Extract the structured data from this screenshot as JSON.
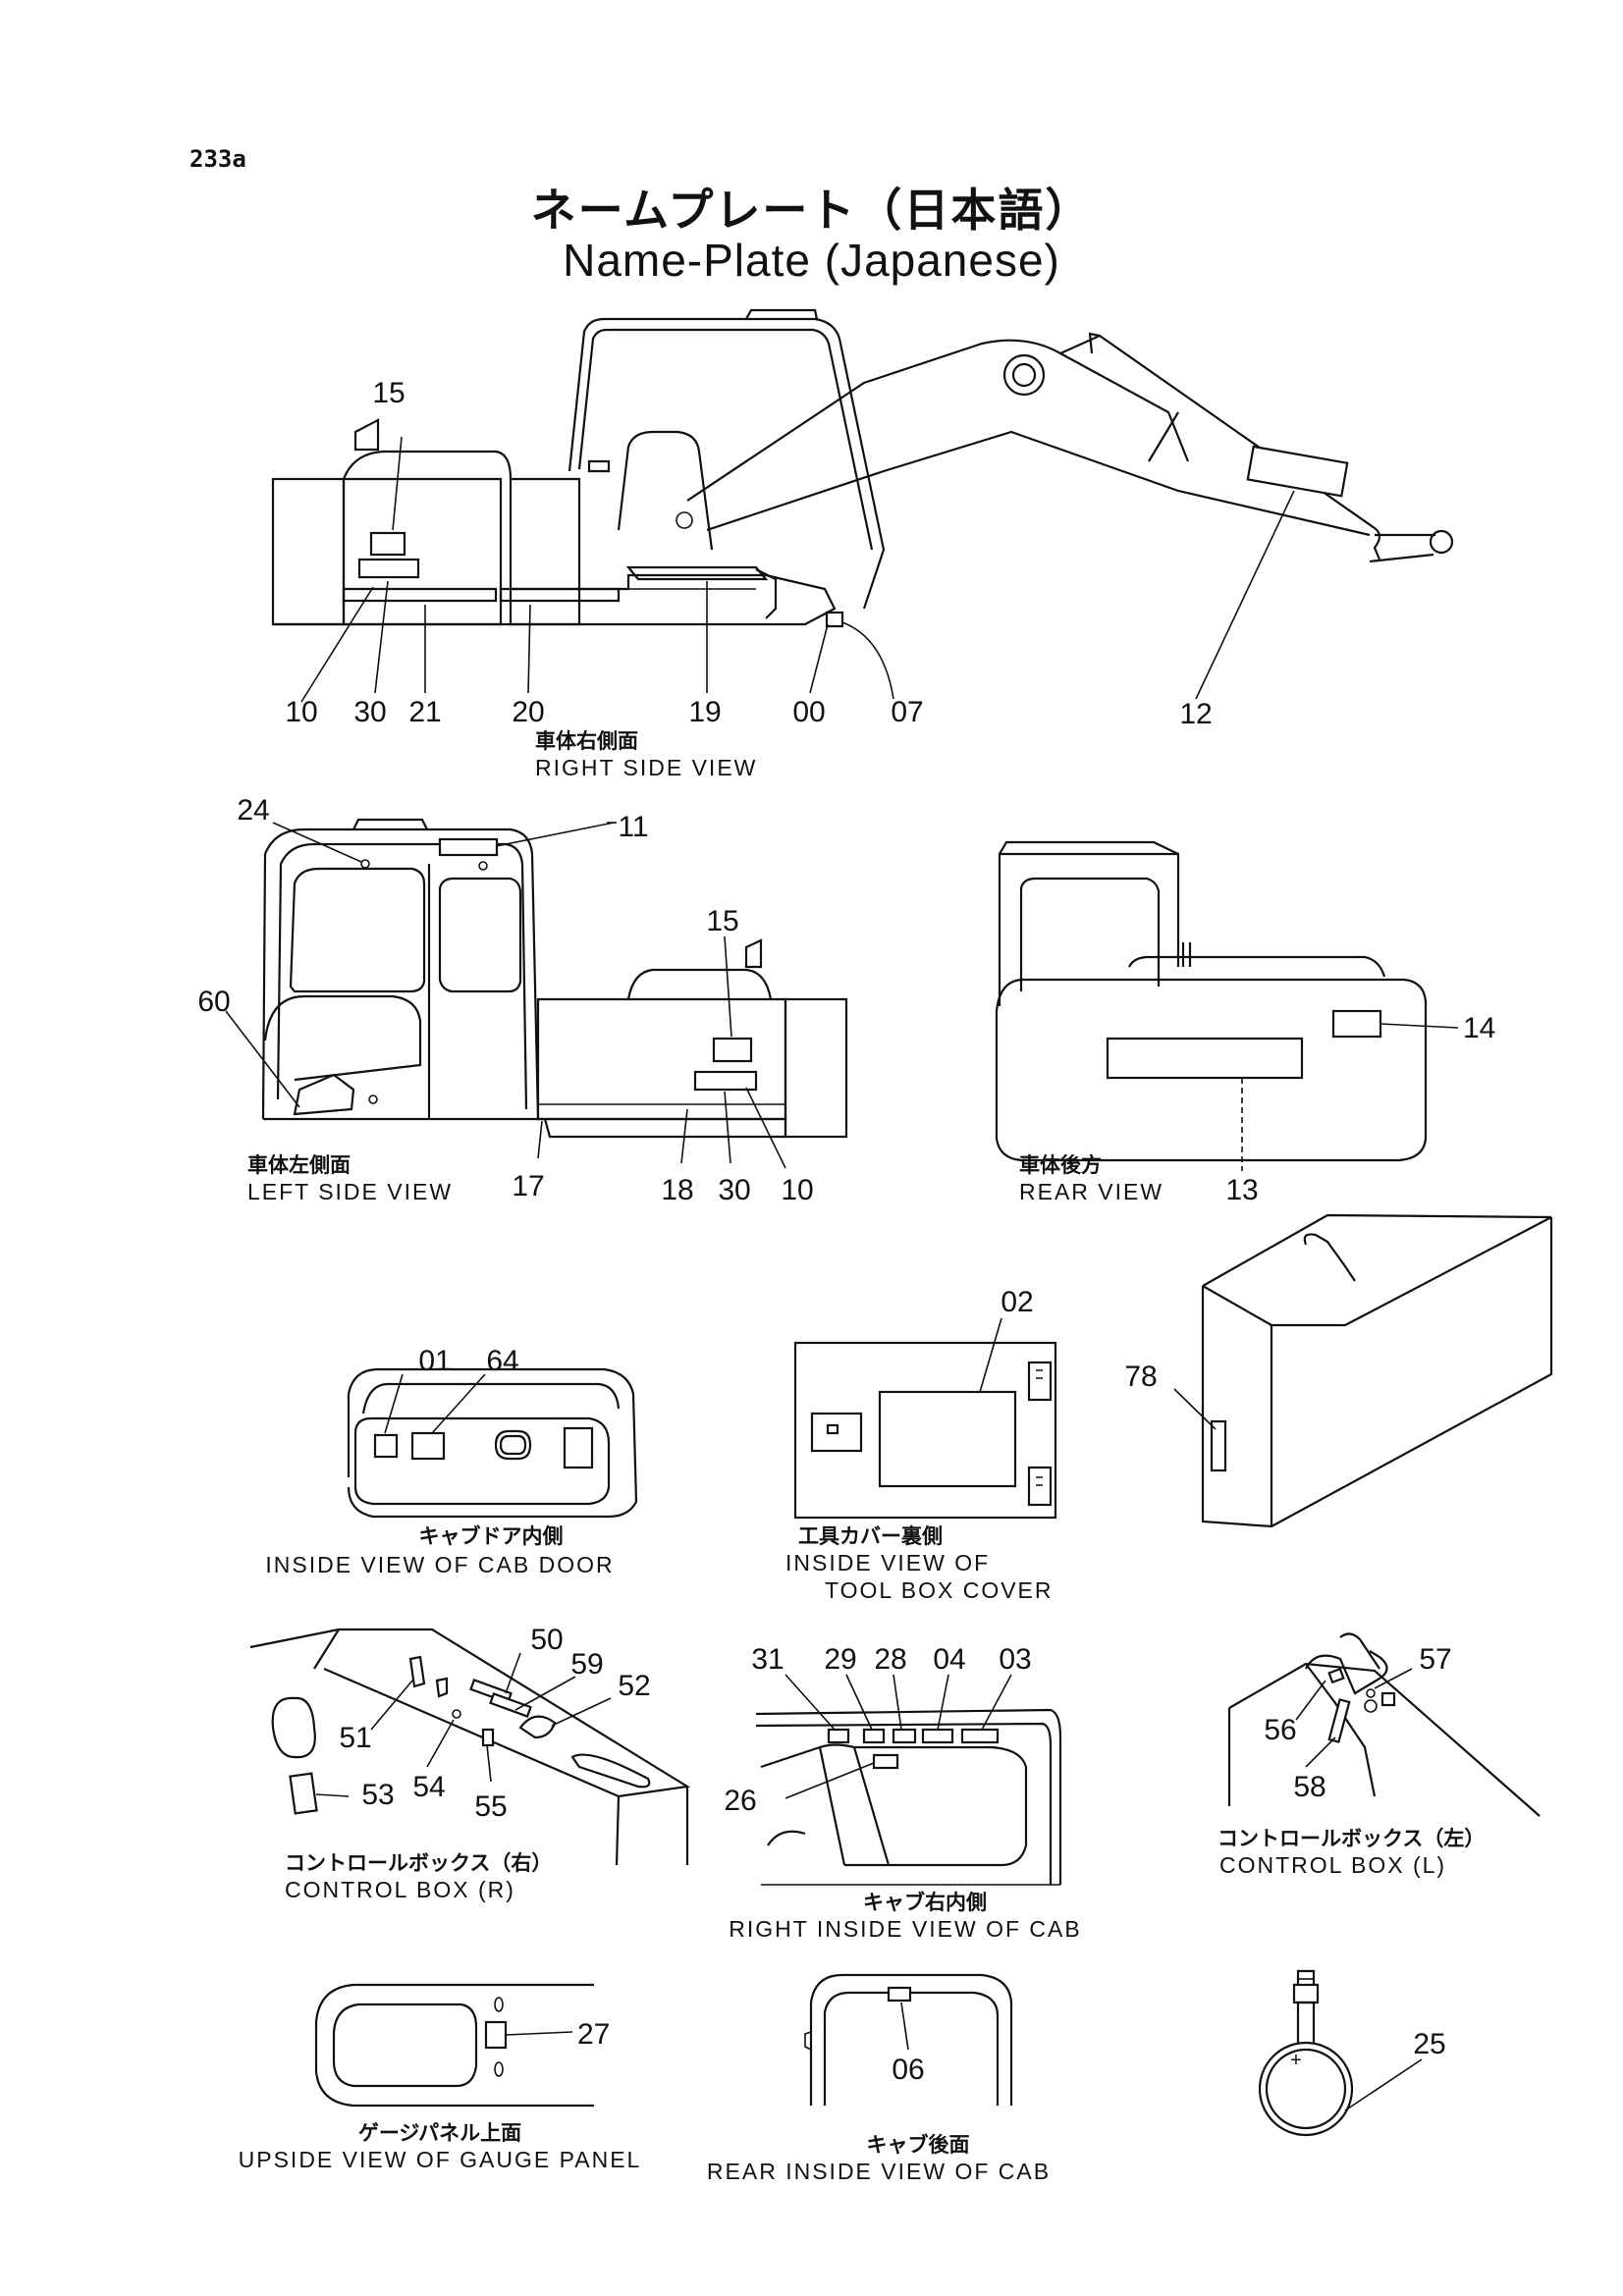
{
  "page_number": "233a",
  "title_jp": "ネームプレート（日本語）",
  "title_en": "Name-Plate (Japanese)",
  "views": {
    "right_side": {
      "caption_jp": "車体右側面",
      "caption_en": "RIGHT SIDE VIEW",
      "parts": [
        "15",
        "10",
        "30",
        "21",
        "20",
        "19",
        "00",
        "07",
        "12"
      ]
    },
    "left_side": {
      "caption_jp": "車体左側面",
      "caption_en": "LEFT SIDE VIEW",
      "parts": [
        "24",
        "11",
        "60",
        "15",
        "17",
        "18",
        "30",
        "10"
      ]
    },
    "rear": {
      "caption_jp": "車体後方",
      "caption_en": "REAR VIEW",
      "parts": [
        "14",
        "13"
      ]
    },
    "cab_door": {
      "caption_jp": "キャブドア内側",
      "caption_en": "INSIDE VIEW OF CAB DOOR",
      "parts": [
        "01",
        "64"
      ]
    },
    "tool_box": {
      "caption_jp": "工具カバー裏側",
      "caption_en_1": "INSIDE VIEW OF",
      "caption_en_2": "TOOL BOX COVER",
      "parts": [
        "02"
      ]
    },
    "box_78": {
      "parts": [
        "78"
      ]
    },
    "control_box_r": {
      "caption_jp": "コントロールボックス（右）",
      "caption_en": "CONTROL BOX (R)",
      "parts": [
        "50",
        "59",
        "52",
        "51",
        "54",
        "53",
        "55"
      ]
    },
    "cab_right_inside": {
      "caption_jp": "キャブ右内側",
      "caption_en": "RIGHT INSIDE VIEW OF CAB",
      "parts": [
        "31",
        "29",
        "28",
        "04",
        "03",
        "26"
      ]
    },
    "control_box_l": {
      "caption_jp": "コントロールボックス（左）",
      "caption_en": "CONTROL BOX (L)",
      "parts": [
        "57",
        "56",
        "58"
      ]
    },
    "gauge_panel": {
      "caption_jp": "ゲージパネル上面",
      "caption_en": "UPSIDE VIEW OF GAUGE PANEL",
      "parts": [
        "27"
      ]
    },
    "cab_rear": {
      "caption_jp": "キャブ後面",
      "caption_en": "REAR INSIDE VIEW OF CAB",
      "parts": [
        "06"
      ]
    },
    "tag_25": {
      "parts": [
        "25"
      ]
    }
  },
  "colors": {
    "ink": "#111111",
    "paper": "#ffffff"
  }
}
